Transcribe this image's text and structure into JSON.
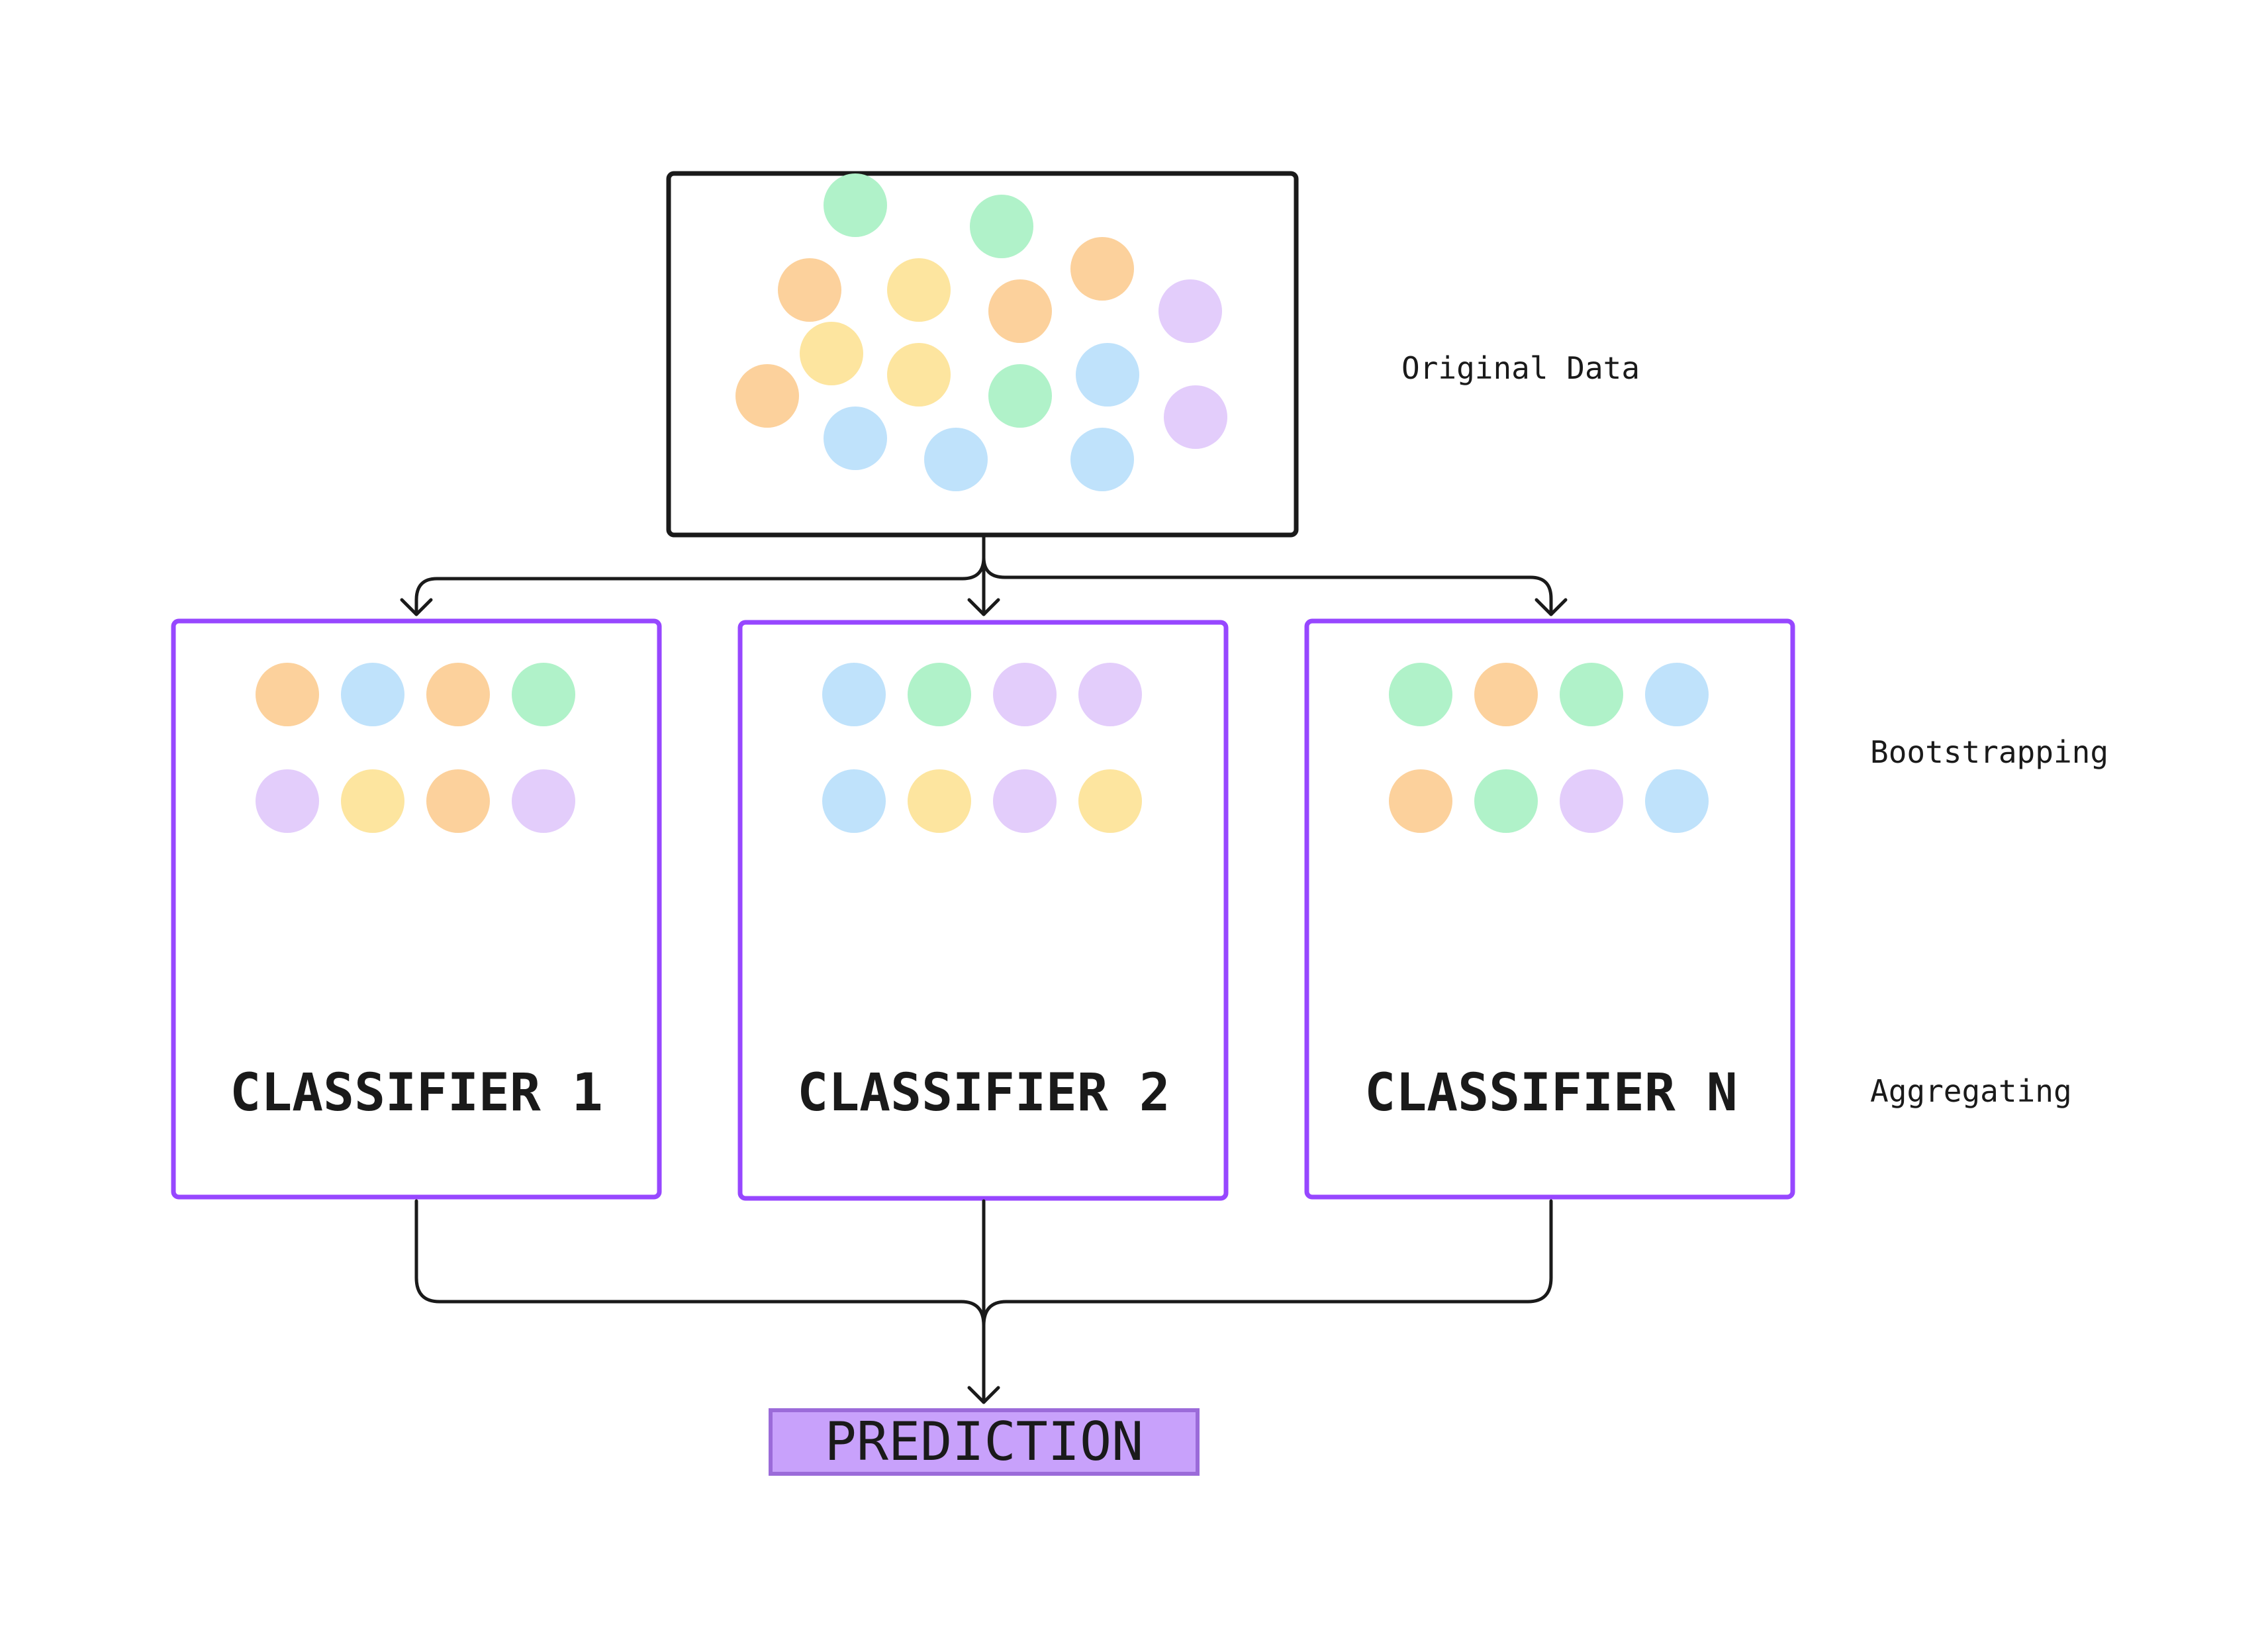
{
  "original_data": {
    "label": "Original Data",
    "points": [
      "green",
      "green",
      "orange",
      "yellow",
      "orange",
      "orange",
      "purple",
      "yellow",
      "yellow",
      "green",
      "blue",
      "orange",
      "purple",
      "blue",
      "blue",
      "blue"
    ]
  },
  "labels": {
    "bootstrapping": "Bootstrapping",
    "aggregating": "Aggregating"
  },
  "classifiers": [
    {
      "title": "CLASSIFIER 1",
      "samples": [
        [
          "orange",
          "blue",
          "orange",
          "green"
        ],
        [
          "purple",
          "yellow",
          "orange",
          "purple"
        ]
      ]
    },
    {
      "title": "CLASSIFIER 2",
      "samples": [
        [
          "blue",
          "green",
          "purple",
          "purple"
        ],
        [
          "blue",
          "yellow",
          "purple",
          "yellow"
        ]
      ]
    },
    {
      "title": "CLASSIFIER N",
      "samples": [
        [
          "green",
          "orange",
          "green",
          "blue"
        ],
        [
          "orange",
          "green",
          "purple",
          "blue"
        ]
      ]
    }
  ],
  "prediction": {
    "label": "PREDICTION"
  },
  "colors": {
    "green": "#b0f2c9",
    "orange": "#fcd19c",
    "yellow": "#fde59f",
    "blue": "#bfe2fb",
    "purple": "#e3cdfb",
    "classifier_border": "#9747ff",
    "prediction_fill": "#c8a1fb",
    "prediction_border": "#9b6bd9",
    "line": "#1a1a1a"
  }
}
